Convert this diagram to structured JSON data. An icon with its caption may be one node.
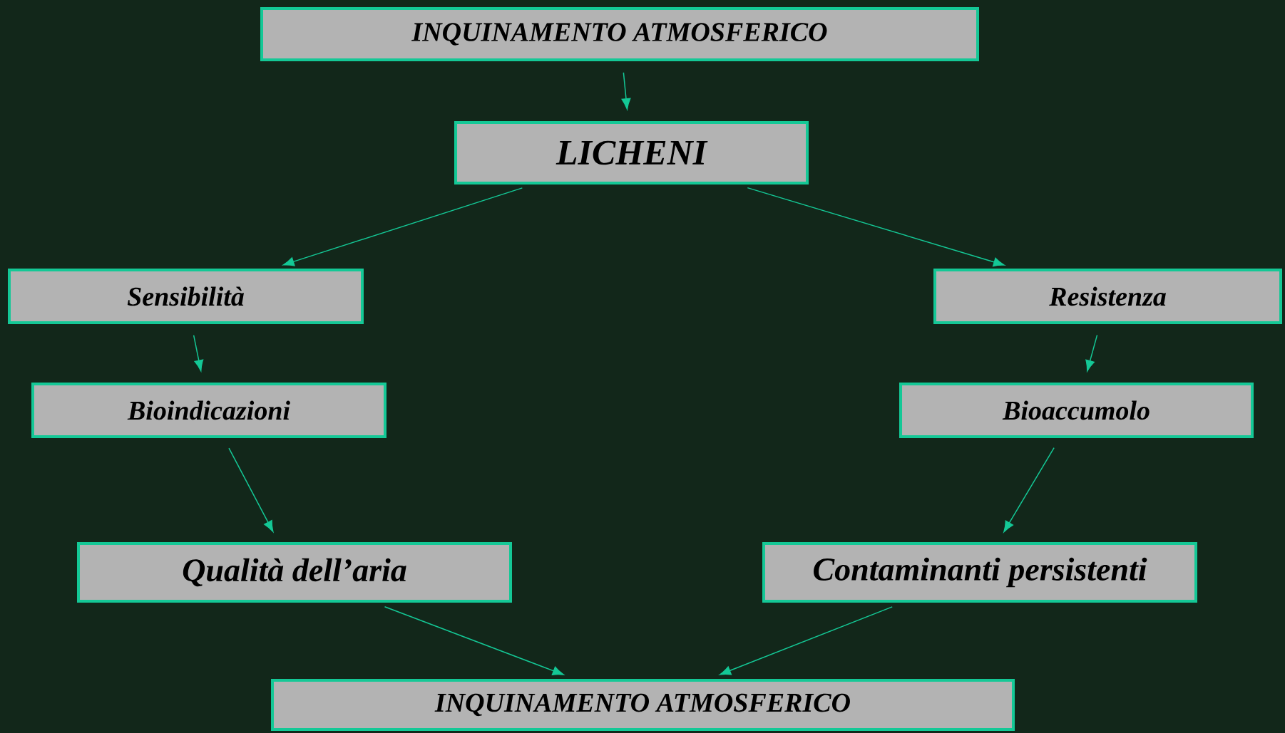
{
  "diagram": {
    "nodes": [
      {
        "text": [
          "INQUINAMENTO ATMOSFERICO"
        ]
      },
      {
        "text": [
          "LICHENI"
        ]
      },
      {
        "text": [
          "Sensibilità"
        ]
      },
      {
        "text": [
          "Resistenza"
        ]
      },
      {
        "text": [
          "Bioindicazioni"
        ]
      },
      {
        "text": [
          "Bioaccumolo"
        ]
      },
      {
        "text": [
          "Qualità dell’aria"
        ]
      },
      {
        "text": [
          "Contaminanti persistenti"
        ]
      },
      {
        "text": [
          "INQUINAMENTO ATMOSFERICO"
        ]
      }
    ],
    "edges": [
      {
        "from": 0,
        "to": 1,
        "arrow": "to"
      },
      {
        "from": 1,
        "to": 2,
        "arrow": "to"
      },
      {
        "from": 1,
        "to": 3,
        "arrow": "to"
      },
      {
        "from": 2,
        "to": 4,
        "arrow": "to"
      },
      {
        "from": 3,
        "to": 5,
        "arrow": "to"
      },
      {
        "from": 4,
        "to": 6,
        "arrow": "to"
      },
      {
        "from": 5,
        "to": 7,
        "arrow": "to"
      },
      {
        "from": 6,
        "to": 8,
        "arrow": "to"
      },
      {
        "from": 7,
        "to": 8,
        "arrow": "to"
      }
    ]
  }
}
